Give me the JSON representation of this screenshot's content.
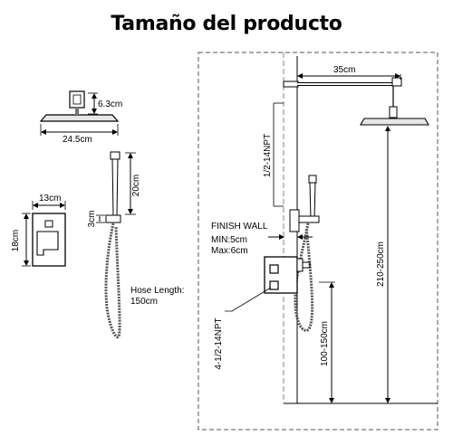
{
  "title": "Tamaño del producto",
  "labels": {
    "head_height": "6.3cm",
    "head_width": "24.5cm",
    "handheld_height": "20cm",
    "bracket_height": "3cm",
    "valve_width": "13cm",
    "valve_height": "18cm",
    "hose_length_line1": "Hose Length:",
    "hose_length_line2": "150cm",
    "arm_length": "35cm",
    "arm_thread": "1/2-14NPT",
    "finish_wall": "FINISH WALL",
    "wall_min": "MIN:5cm",
    "wall_max": "Max:6cm",
    "head_height_range": "210-250cm",
    "holder_height_range": "100-150cm",
    "valve_thread": "4-1/2-14NPT"
  },
  "colors": {
    "line": "#000000",
    "steel": "#555555",
    "dash": "#777777"
  }
}
